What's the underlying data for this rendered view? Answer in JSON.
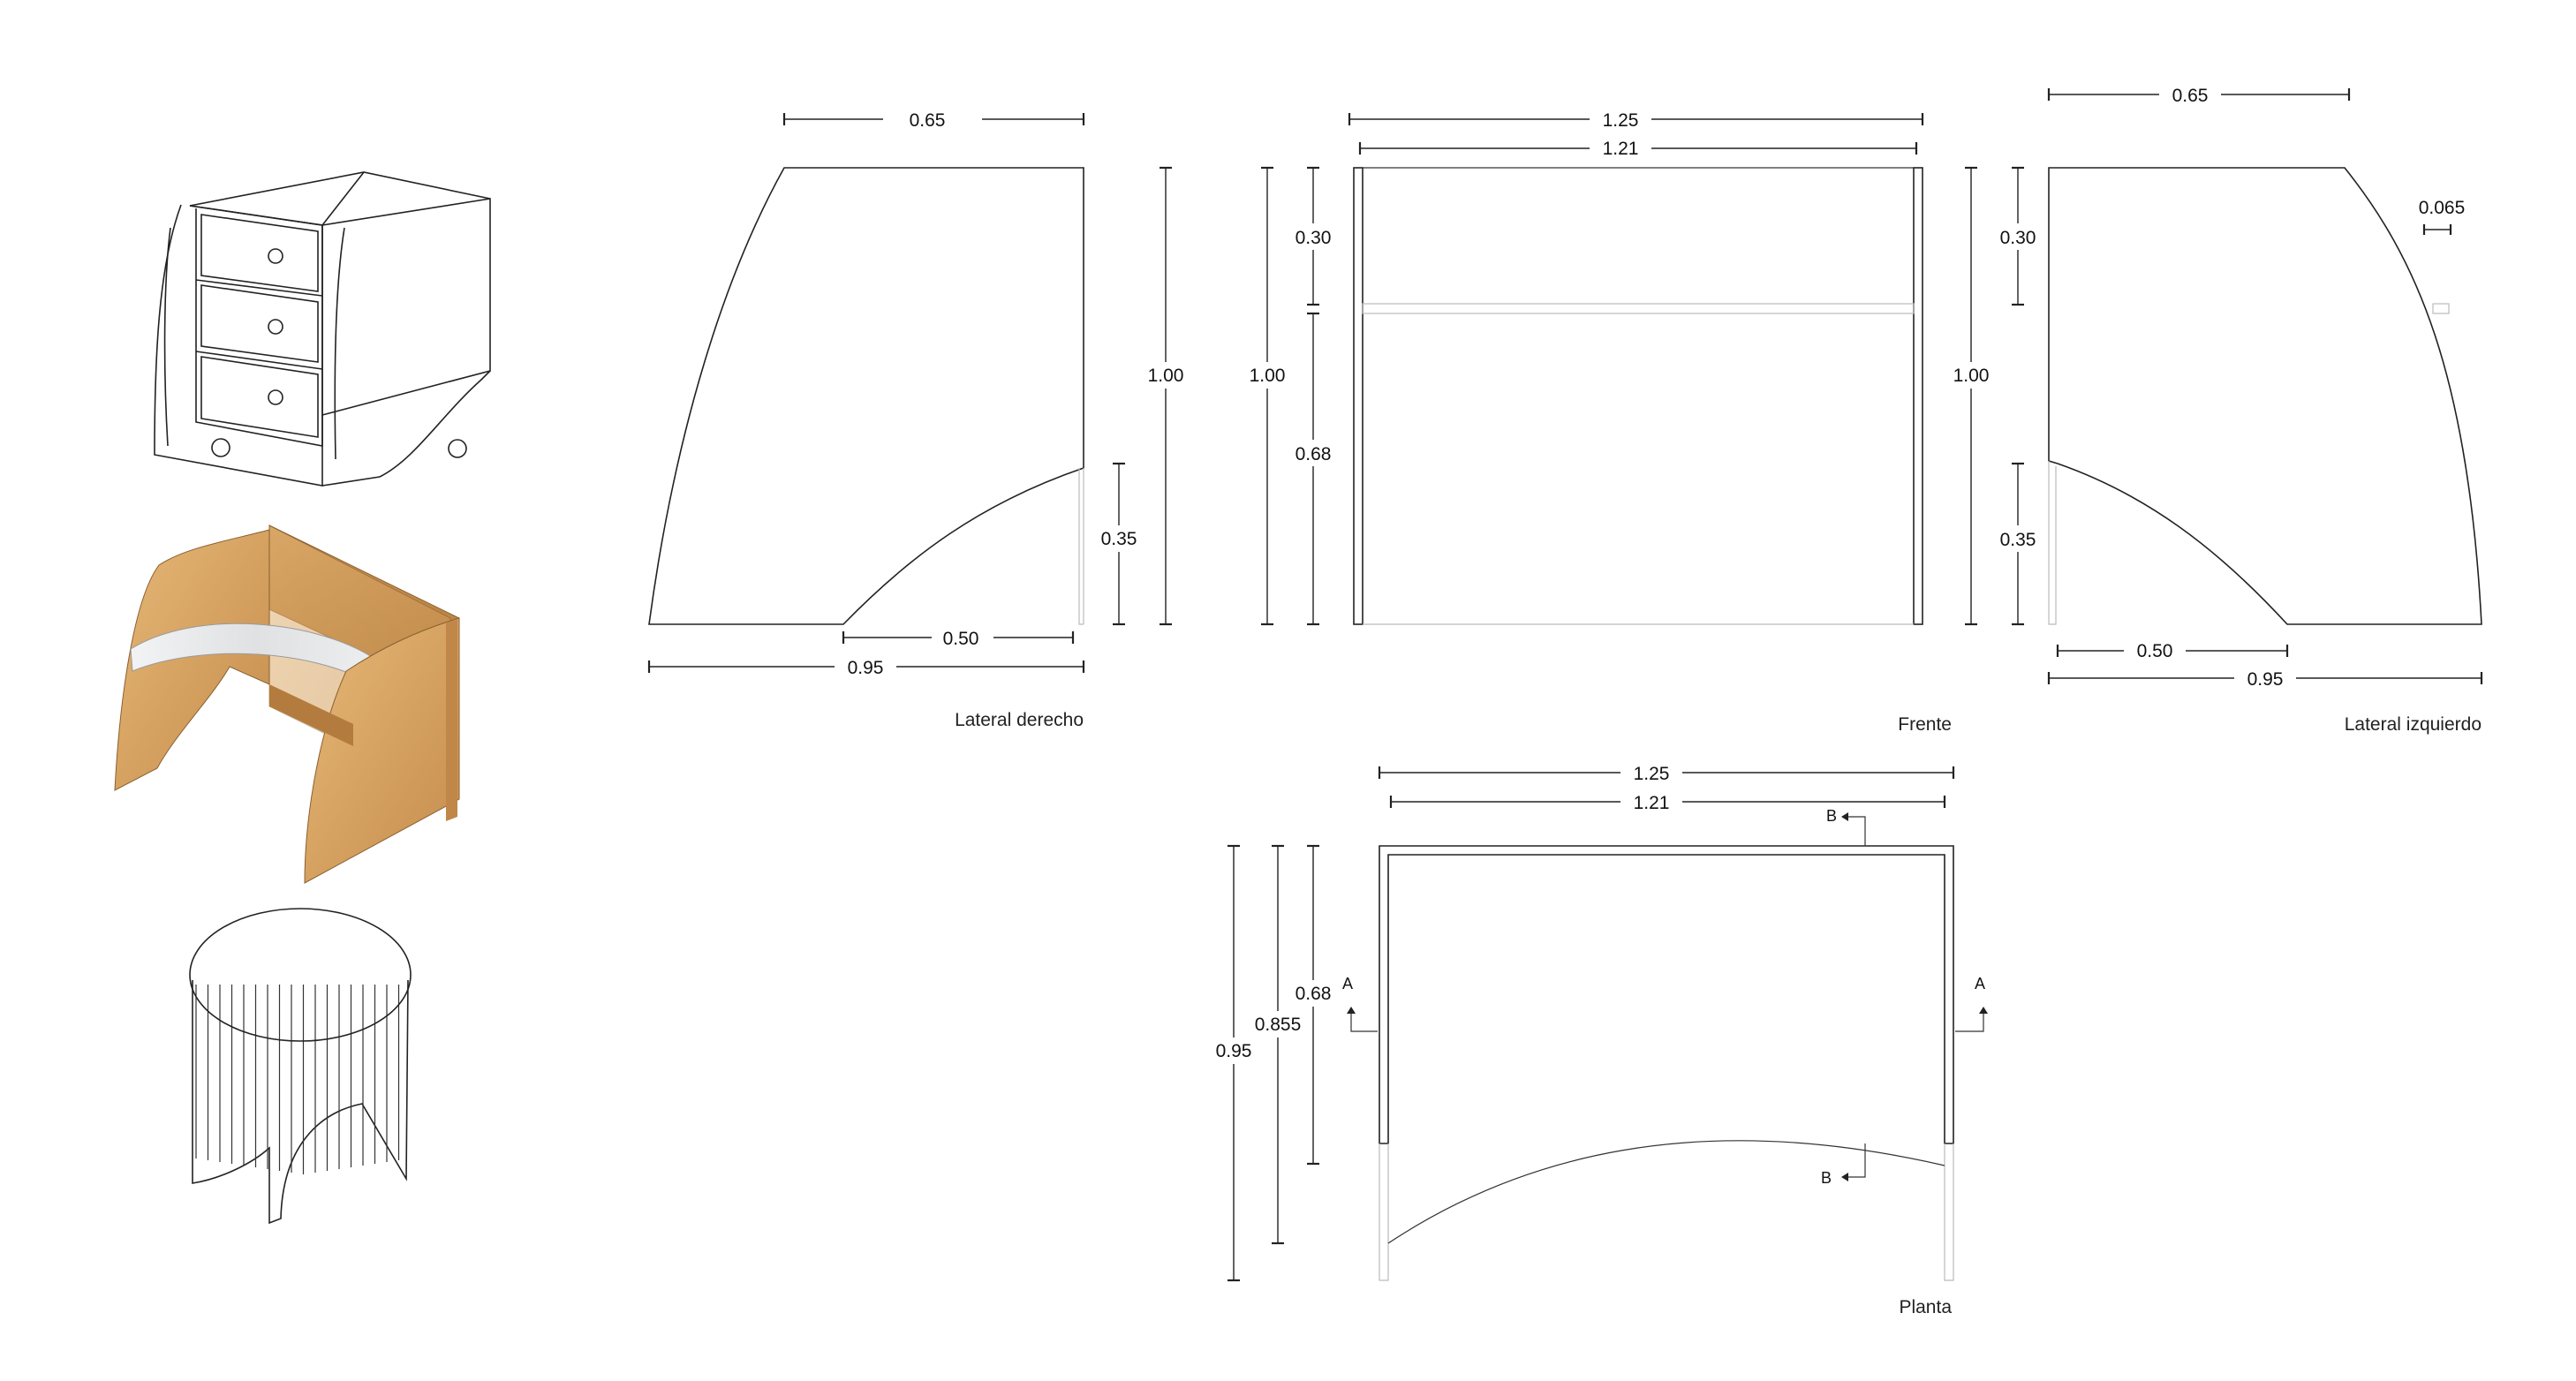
{
  "views": {
    "right": {
      "caption": "Lateral derecho",
      "dims": {
        "top_width": "0.65",
        "height": "1.00",
        "leg_height": "0.35",
        "arc_span": "0.50",
        "total_width": "0.95"
      }
    },
    "front": {
      "caption": "Frente",
      "dims": {
        "outer_width": "1.25",
        "inner_width": "1.21",
        "total_height": "1.00",
        "top_gap": "0.30",
        "lower_height": "0.68",
        "right_height": "1.00"
      }
    },
    "left": {
      "caption": "Lateral izquierdo",
      "dims": {
        "top_width": "0.65",
        "shelf_proj": "0.065",
        "top_gap": "0.30",
        "leg_height": "0.35",
        "arc_span": "0.50",
        "total_width": "0.95"
      }
    },
    "plan": {
      "caption": "Planta",
      "dims": {
        "outer_width": "1.25",
        "inner_width": "1.21",
        "depth_total": "0.95",
        "depth_mid": "0.855",
        "depth_side": "0.68"
      },
      "section_marks": {
        "b_top": "B",
        "b_bottom": "B",
        "a_left": "A",
        "a_right": "A"
      }
    }
  },
  "colors": {
    "line": "#222222",
    "wood": "#d9a869",
    "wood_dark": "#b98445",
    "glass": "#e4e6e8"
  },
  "icons": [
    "drawer-cabinet-render",
    "wood-desk-render",
    "round-fluted-stool-render"
  ]
}
